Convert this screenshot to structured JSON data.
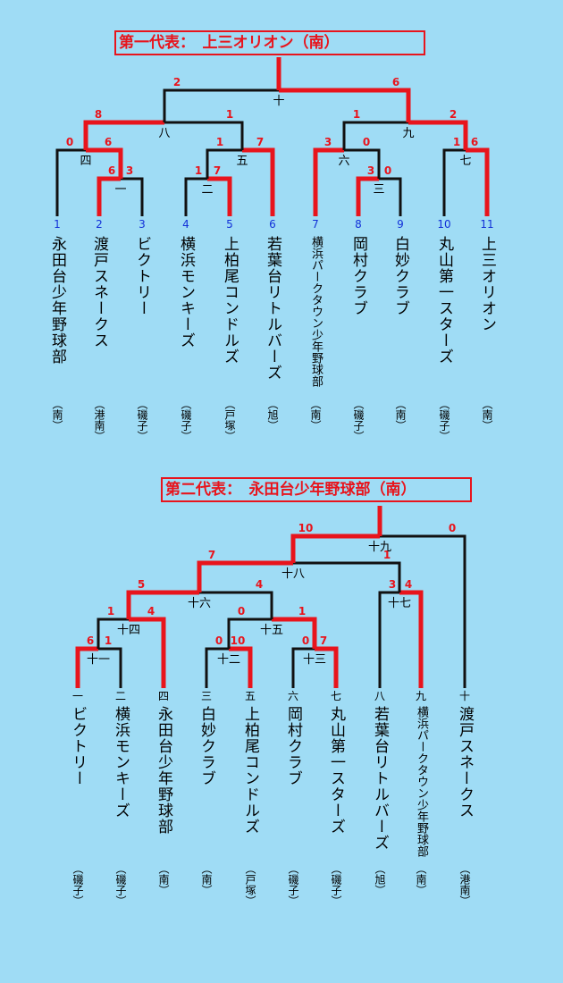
{
  "bracket1": {
    "title": "第一代表：　上三オリオン（南）",
    "teams": [
      {
        "num": "1",
        "name": "永田台少年野球部",
        "area": "（南）"
      },
      {
        "num": "2",
        "name": "渡戸スネークス",
        "area": "（港南）"
      },
      {
        "num": "3",
        "name": "ビクトリー",
        "area": "（磯子）"
      },
      {
        "num": "4",
        "name": "横浜モンキーズ",
        "area": "（磯子）"
      },
      {
        "num": "5",
        "name": "上柏尾コンドルズ",
        "area": "（戸塚）"
      },
      {
        "num": "6",
        "name": "若葉台リトルバーズ",
        "area": "（旭）"
      },
      {
        "num": "7",
        "name": "横浜パークタウン少年野球部",
        "area": "（南）"
      },
      {
        "num": "8",
        "name": "岡村クラブ",
        "area": "（磯子）"
      },
      {
        "num": "9",
        "name": "白妙クラブ",
        "area": "（南）"
      },
      {
        "num": "10",
        "name": "丸山第一スターズ",
        "area": "（磯子）"
      },
      {
        "num": "11",
        "name": "上三オリオン",
        "area": "（南）"
      }
    ],
    "matches": [
      {
        "label": "一",
        "left": "6",
        "right": "3"
      },
      {
        "label": "二",
        "left": "1",
        "right": "7"
      },
      {
        "label": "三",
        "left": "3",
        "right": "0"
      },
      {
        "label": "四",
        "left": "0",
        "right": "6"
      },
      {
        "label": "五",
        "left": "1",
        "right": "7"
      },
      {
        "label": "六",
        "left": "3",
        "right": "0"
      },
      {
        "label": "七",
        "left": "1",
        "right": "6"
      },
      {
        "label": "八",
        "left": "8",
        "right": "1"
      },
      {
        "label": "九",
        "left": "1",
        "right": "2"
      },
      {
        "label": "十",
        "left": "2",
        "right": "6"
      }
    ]
  },
  "bracket2": {
    "title": "第二代表：　永田台少年野球部（南）",
    "teams": [
      {
        "num": "一",
        "name": "ビクトリー",
        "area": "（磯子）"
      },
      {
        "num": "二",
        "name": "横浜モンキーズ",
        "area": "（磯子）"
      },
      {
        "num": "四",
        "name": "永田台少年野球部",
        "area": "（南）"
      },
      {
        "num": "三",
        "name": "白妙クラブ",
        "area": "（南）"
      },
      {
        "num": "五",
        "name": "上柏尾コンドルズ",
        "area": "（戸塚）"
      },
      {
        "num": "六",
        "name": "岡村クラブ",
        "area": "（磯子）"
      },
      {
        "num": "七",
        "name": "丸山第一スターズ",
        "area": "（磯子）"
      },
      {
        "num": "八",
        "name": "若葉台リトルバーズ",
        "area": "（旭）"
      },
      {
        "num": "九",
        "name": "横浜パークタウン少年野球部",
        "area": "（南）"
      },
      {
        "num": "十",
        "name": "渡戸スネークス",
        "area": "（港南）"
      }
    ],
    "matches": [
      {
        "label": "十一",
        "left": "6",
        "right": "1"
      },
      {
        "label": "十二",
        "left": "0",
        "right": "10"
      },
      {
        "label": "十三",
        "left": "0",
        "right": "7"
      },
      {
        "label": "十四",
        "left": "1",
        "right": "4"
      },
      {
        "label": "十五",
        "left": "0",
        "right": "1"
      },
      {
        "label": "十六",
        "left": "5",
        "right": "4"
      },
      {
        "label": "十七",
        "left": "3",
        "right": "4"
      },
      {
        "label": "十八",
        "left": "7",
        "right": "1"
      },
      {
        "label": "十九",
        "left": "10",
        "right": "0"
      }
    ]
  },
  "colors": {
    "winner": "#e8141c",
    "loser": "#111111",
    "number": "#1230d8",
    "background": "#9fdcf5"
  }
}
